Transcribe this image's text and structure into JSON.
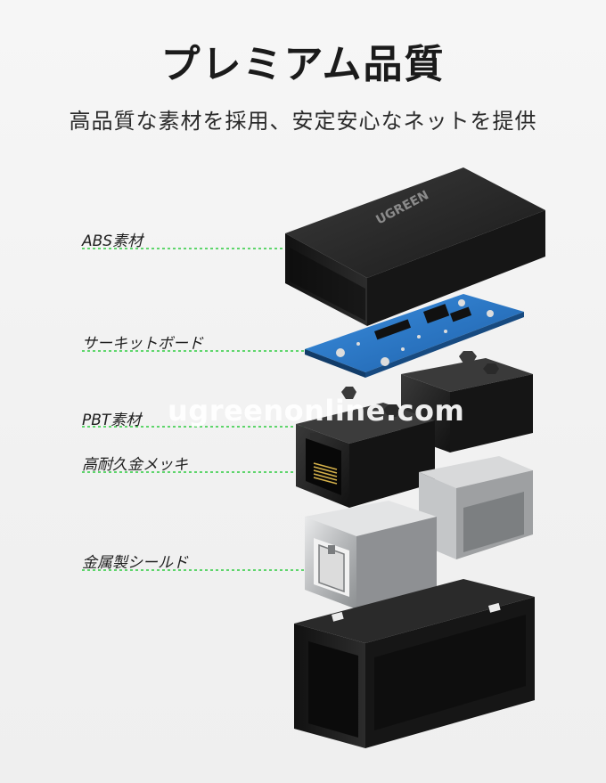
{
  "header": {
    "title": "プレミアム品質",
    "subtitle": "高品質な素材を採用、安定安心なネットを提供"
  },
  "labels": [
    {
      "text": "ABS素材"
    },
    {
      "text": "サーキットボード"
    },
    {
      "text": "PBT素材"
    },
    {
      "text": "高耐久金メッキ"
    },
    {
      "text": "金属製シールド"
    }
  ],
  "brand": {
    "logo_text": "UGREEN"
  },
  "watermark": {
    "text": "ugreenonline.com"
  },
  "colors": {
    "leader_line": "#2ecc40",
    "pcb": "#2b78c9",
    "housing": "#1e1e1e",
    "shield": "#c9cbcd"
  }
}
